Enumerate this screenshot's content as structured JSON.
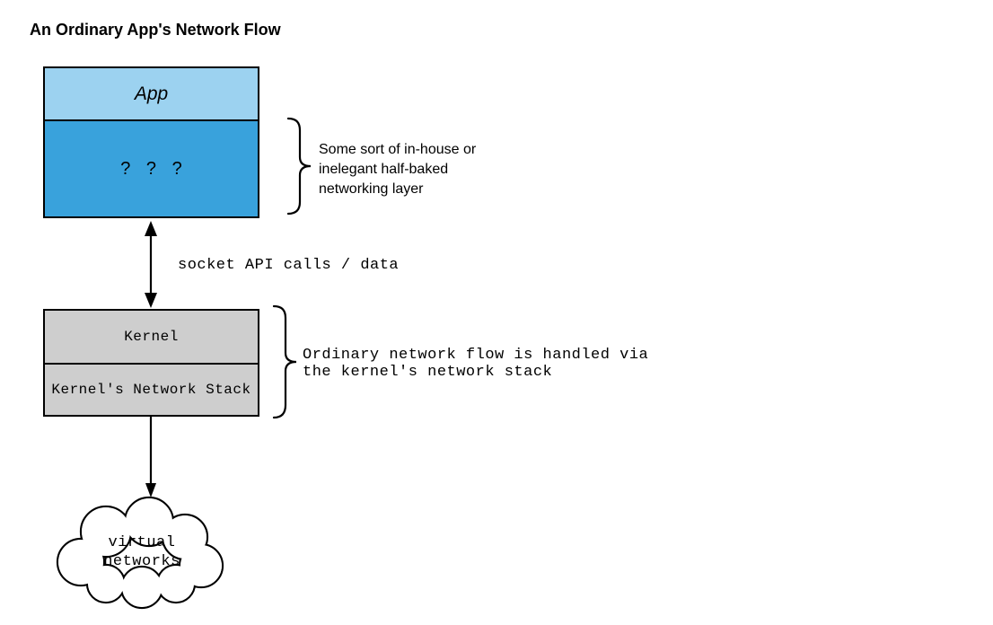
{
  "diagram": {
    "title": "An Ordinary App's Network Flow",
    "app_box": {
      "app_label": "App",
      "networking_label": "? ? ?",
      "annotation_lines": [
        "Some sort of in-house or",
        "inelegant half-baked",
        "networking layer"
      ]
    },
    "socket_link": {
      "label": "socket API calls / data"
    },
    "kernel_box": {
      "kernel_label": "Kernel",
      "network_stack_label": "Kernel's Network Stack",
      "annotation_lines": [
        "Ordinary network flow is handled via",
        "the kernel's network stack"
      ]
    },
    "cloud": {
      "label_lines": [
        "virtual",
        "networks"
      ]
    },
    "colors": {
      "app_fill": "#9cd2f0",
      "networking_fill": "#39a2dc",
      "kernel_fill": "#cecece",
      "cloud_fill": "#ffffff",
      "outline": "#000000"
    }
  }
}
